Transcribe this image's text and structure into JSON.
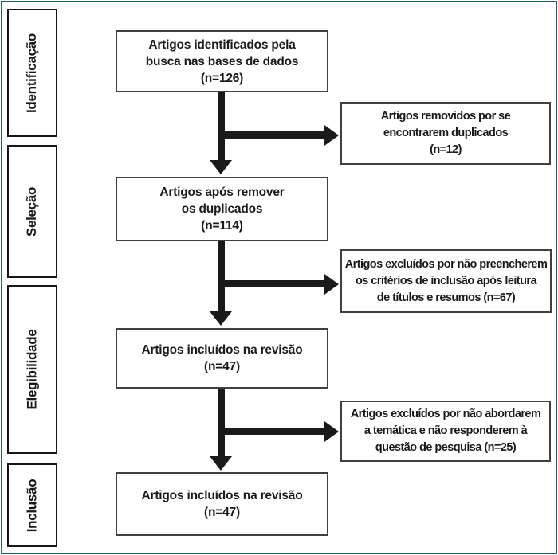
{
  "frame": {
    "border_color": "#20615a",
    "background": "#ffffff"
  },
  "palette": {
    "arrow": "#1a1a1a",
    "flow_box_border": "#404040",
    "stage_box_border": "#161616",
    "text": "#1a1a1a"
  },
  "stages": [
    {
      "label": "Identificação"
    },
    {
      "label": "Seleção"
    },
    {
      "label": "Elegibilidade"
    },
    {
      "label": "Inclusão"
    }
  ],
  "flow": {
    "main_boxes": [
      {
        "lines": [
          "Artigos identificados pela",
          "busca nas bases de dados",
          "(n=126)"
        ]
      },
      {
        "lines": [
          "Artigos após remover",
          "os duplicados",
          "(n=114)"
        ]
      },
      {
        "lines": [
          "Artigos incluídos na revisão",
          "(n=47)"
        ]
      },
      {
        "lines": [
          "Artigos incluídos na revisão",
          "(n=47)"
        ]
      }
    ],
    "side_boxes": [
      {
        "lines": [
          "Artigos removidos por se",
          "encontrarem duplicados",
          "(n=12)"
        ]
      },
      {
        "lines": [
          "Artigos excluídos por não preencherem",
          "os critérios de inclusão após leitura",
          "de títulos e resumos (n=67)"
        ]
      },
      {
        "lines": [
          "Artigos excluídos por não abordarem",
          "a temática e não responderem à",
          "questão de pesquisa (n=25)"
        ]
      }
    ]
  }
}
